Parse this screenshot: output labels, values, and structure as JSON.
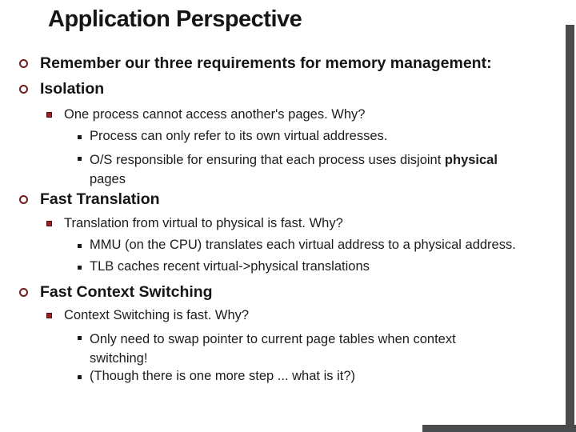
{
  "slide": {
    "title": "Application Perspective",
    "items": [
      {
        "level": 1,
        "text": "Remember our three requirements for memory management:"
      },
      {
        "level": 1,
        "text": "Isolation"
      },
      {
        "level": 2,
        "text": "One process cannot access another's pages. Why?"
      },
      {
        "level": 3,
        "text": "Process can only refer to its own virtual addresses."
      },
      {
        "level": 3,
        "pre": "O/S responsible for ensuring that each process uses disjoint ",
        "bold": "physical",
        "line2": "pages"
      },
      {
        "level": 1,
        "text": "Fast Translation"
      },
      {
        "level": 2,
        "text": "Translation from virtual to physical is fast. Why?"
      },
      {
        "level": 3,
        "text": "MMU (on the CPU) translates each virtual address to a physical address."
      },
      {
        "level": 3,
        "text": "TLB caches recent virtual->physical translations"
      },
      {
        "level": 1,
        "text": "Fast Context Switching"
      },
      {
        "level": 2,
        "text": "Context Switching is fast. Why?"
      },
      {
        "level": 3,
        "line1": "Only need to swap pointer to current page tables when context",
        "line2": "switching!"
      },
      {
        "level": 3,
        "text": "(Though there is one more step ... what is it?)"
      }
    ],
    "colors": {
      "bullet_ring_maroon": "#6f1d1d",
      "bullet_square_red": "#9a2222",
      "bullet_square_black": "#1a1a1a",
      "title_text": "#161616",
      "body_text": "#1c1c1c",
      "shadow_gray": "#4a4b4d",
      "background": "#ffffff"
    }
  }
}
